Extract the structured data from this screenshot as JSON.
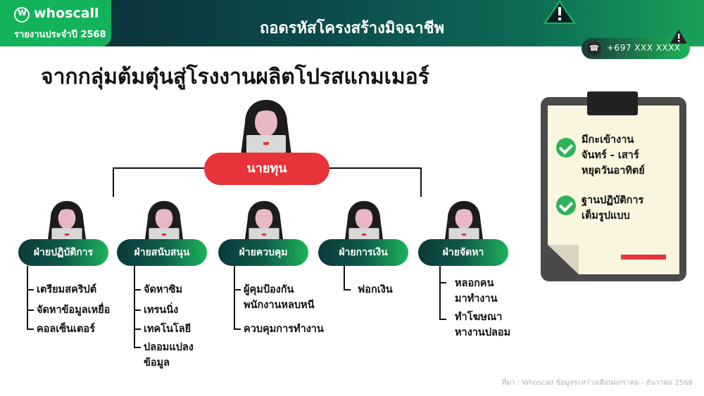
{
  "header": {
    "brand": "whoscall",
    "report": "รายงานประจำปี 2568",
    "title": "ถอดรหัสโครงสร้างมิจฉาชีพ",
    "phone": "+697 XXX XXXX"
  },
  "subtitle": "จากกลุ่มต้มตุ๋นสู่โรงงานผลิตโปรสแกมเมอร์",
  "boss": {
    "label": "นายทุน"
  },
  "departments": [
    {
      "label": "ฝ่ายปฏิบัติการ",
      "items": [
        "เตรียมสคริปต์",
        "จัดหาข้อมูลเหยื่อ",
        "คอลเซ็นเตอร์"
      ]
    },
    {
      "label": "ฝ่ายสนับสนุน",
      "items": [
        "จัดหาซิม",
        "เทรนนิ่ง",
        "เทคโนโลยี",
        "ปลอมแปลง\nข้อมูล"
      ]
    },
    {
      "label": "ฝ่ายควบคุม",
      "items": [
        "ผู้คุมป้องกัน\nพนักงานหลบหนี",
        "ควบคุมการทำงาน"
      ]
    },
    {
      "label": "ฝ่ายการเงิน",
      "items": [
        "ฟอกเงิน"
      ]
    },
    {
      "label": "ฝ่ายจัดหา",
      "items": [
        "หลอกคน\nมาทำงาน",
        "ทำโฆษณา\nหางานปลอม"
      ]
    }
  ],
  "clipboard": {
    "items": [
      "มีกะเข้างาน\nจันทร์ - เสาร์\nหยุดวันอาทิตย์",
      "ฐานปฏิบัติการ\nเต็มรูปแบบ"
    ]
  },
  "source": "ที่มา : Whoscall ข้อมูลระหว่างเดือนมกราคม - ธันวาคม 2568",
  "colors": {
    "accent_green": "#1bb35a",
    "boss_red": "#e8333a",
    "dark": "#0a2a33"
  },
  "icons": [
    "warning-icon",
    "phone-icon",
    "hacker-avatar-icon",
    "check-icon"
  ]
}
